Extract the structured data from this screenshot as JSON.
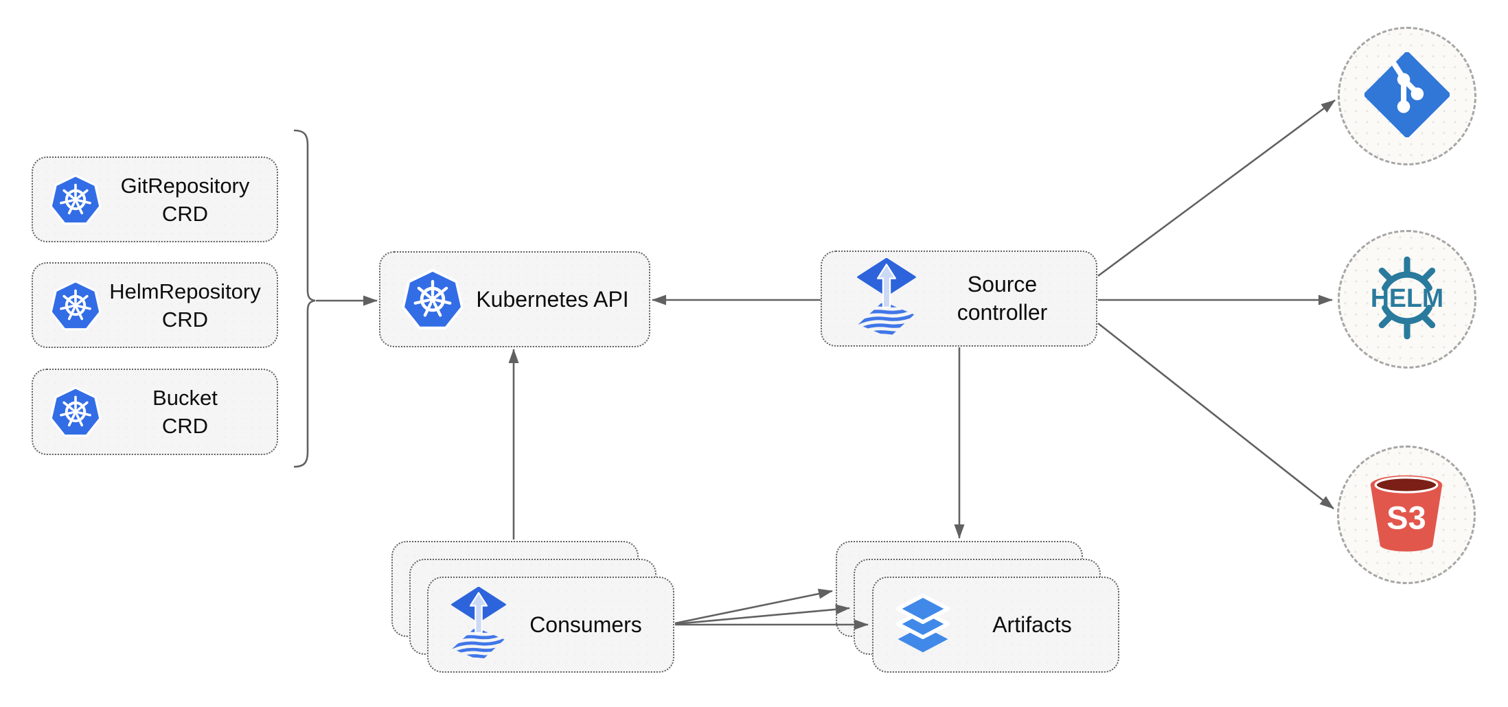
{
  "crds": [
    {
      "line1": "GitRepository",
      "line2": "CRD"
    },
    {
      "line1": "HelmRepository",
      "line2": "CRD"
    },
    {
      "line1": "Bucket",
      "line2": "CRD"
    }
  ],
  "kubernetes_api": {
    "label": "Kubernetes API"
  },
  "source_controller": {
    "line1": "Source",
    "line2": "controller"
  },
  "consumers": {
    "label": "Consumers"
  },
  "artifacts": {
    "label": "Artifacts"
  },
  "endpoints": {
    "git": {
      "icon": "git-logo"
    },
    "helm": {
      "label": "HELM"
    },
    "s3": {
      "label": "S3"
    }
  },
  "colors": {
    "kubernetes_blue": "#326de6",
    "flux_blue": "#2d64dc",
    "flux_stripe_blue": "#4076e8",
    "git_blue": "#3077d8",
    "helm_teal": "#2a7a9d",
    "s3_red": "#e2574c",
    "s3_dark_red": "#7b2016",
    "layers_blue": "#4189e8",
    "arrow_gray": "#616161",
    "box_fill": "#f5f5f5",
    "box_border": "#5f5f5f",
    "circle_border": "#a6a6a6"
  }
}
